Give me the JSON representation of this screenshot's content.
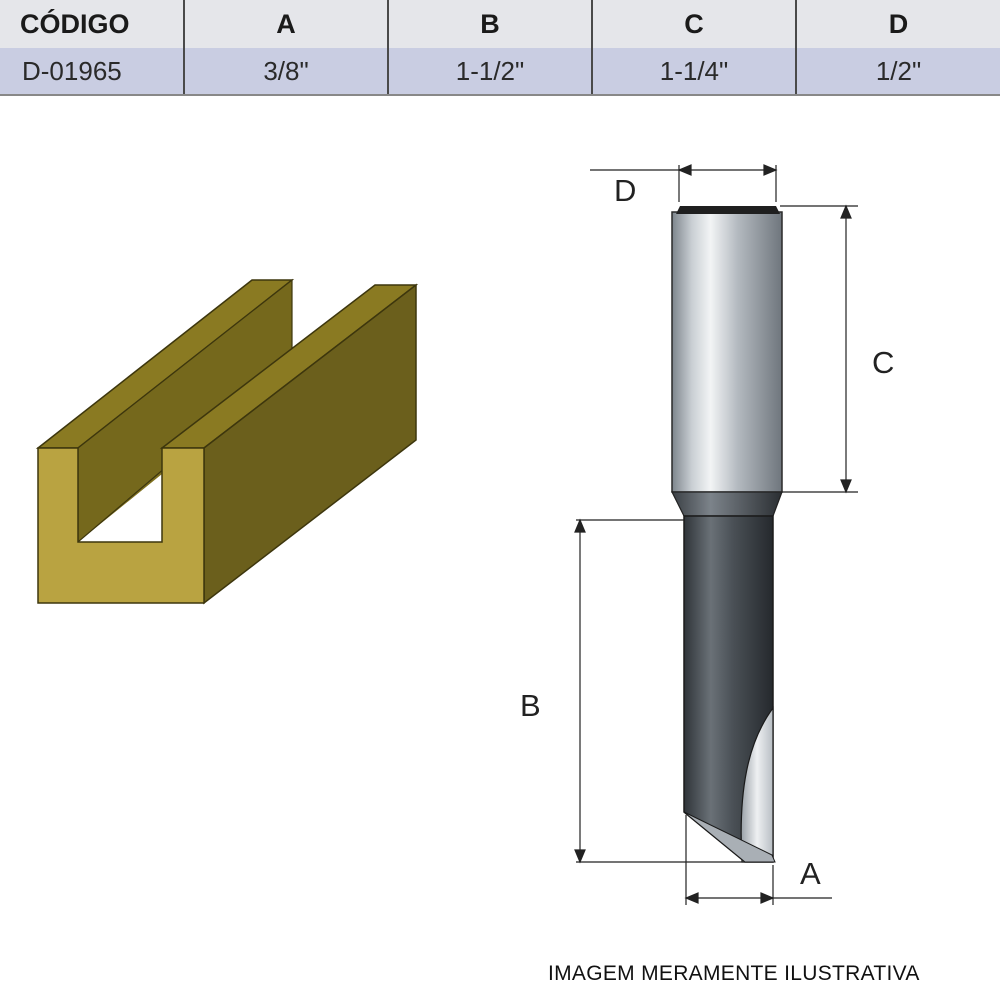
{
  "table": {
    "headers": [
      "CÓDIGO",
      "A",
      "B",
      "C",
      "D"
    ],
    "row": [
      "D-01965",
      "3/8\"",
      "1-1/2\"",
      "1-1/4\"",
      "1/2\""
    ]
  },
  "diagram": {
    "labels": {
      "A": "A",
      "B": "B",
      "C": "C",
      "D": "D"
    }
  },
  "colors": {
    "profile_front": "#b9a341",
    "profile_top": "#8a7a22",
    "profile_side": "#6b5f1c",
    "shank": "#9fa6ad",
    "cutter": "#4d5359"
  },
  "footer": {
    "disclaimer": "IMAGEM MERAMENTE ILUSTRATIVA"
  }
}
